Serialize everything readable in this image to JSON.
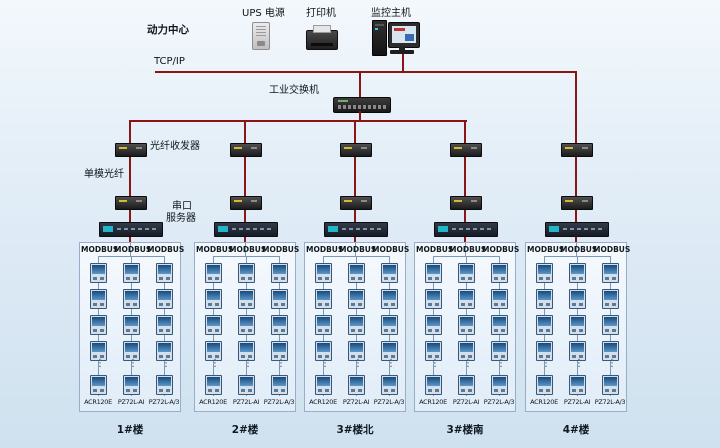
{
  "header": {
    "power_center": "动力中心",
    "ups_label": "UPS 电源",
    "printer_label": "打印机",
    "host_label": "监控主机",
    "tcpip": "TCP/IP",
    "switch_label": "工业交换机"
  },
  "field_labels": {
    "fiber_transceiver": "光纤收发器",
    "single_mode_fiber": "单模光纤",
    "serial_server_line1": "串口",
    "serial_server_line2": "服务器"
  },
  "modbus_label": "MODBUS",
  "meter_models": [
    "ACR120E",
    "PZ72L-AI",
    "PZ72L-A/3"
  ],
  "groups": [
    {
      "building": "1#楼"
    },
    {
      "building": "2#楼"
    },
    {
      "building": "3#楼北"
    },
    {
      "building": "3#楼南"
    },
    {
      "building": "4#楼"
    }
  ],
  "colors": {
    "bus_line": "#8a1515",
    "field_line": "#7d98b5",
    "box_border": "#96aec7"
  }
}
